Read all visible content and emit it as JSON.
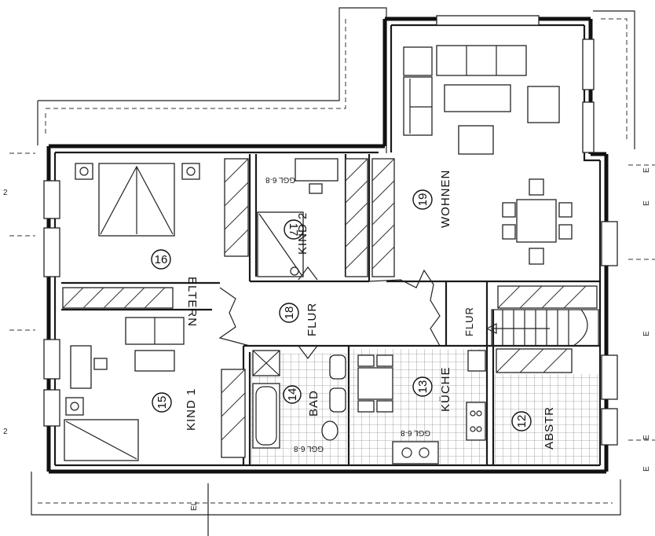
{
  "rooms": [
    {
      "number": "16",
      "label": "ELTERN"
    },
    {
      "number": "17",
      "label": "KIND 2"
    },
    {
      "number": "19",
      "label": "WOHNEN"
    },
    {
      "number": "18",
      "label": "FLUR"
    },
    {
      "number": "15",
      "label": "KIND 1"
    },
    {
      "number": "14",
      "label": "BAD"
    },
    {
      "number": "13",
      "label": "KÜCHE"
    },
    {
      "number": "12",
      "label": "ABSTR"
    },
    {
      "label": "FLUR"
    }
  ],
  "fixtures": {
    "kind2_mark": "GGL 6·8",
    "bad_mark": "GGL 6·8",
    "kueche_mark": "GGL 6·8"
  },
  "edge_marks": {
    "right_top": "E",
    "right_mid_a": "E",
    "right_mid_b": "E",
    "right_bottom_a": "E",
    "right_bottom_b": "E",
    "left_a": "2",
    "left_b": "2",
    "bottom": "EL"
  }
}
